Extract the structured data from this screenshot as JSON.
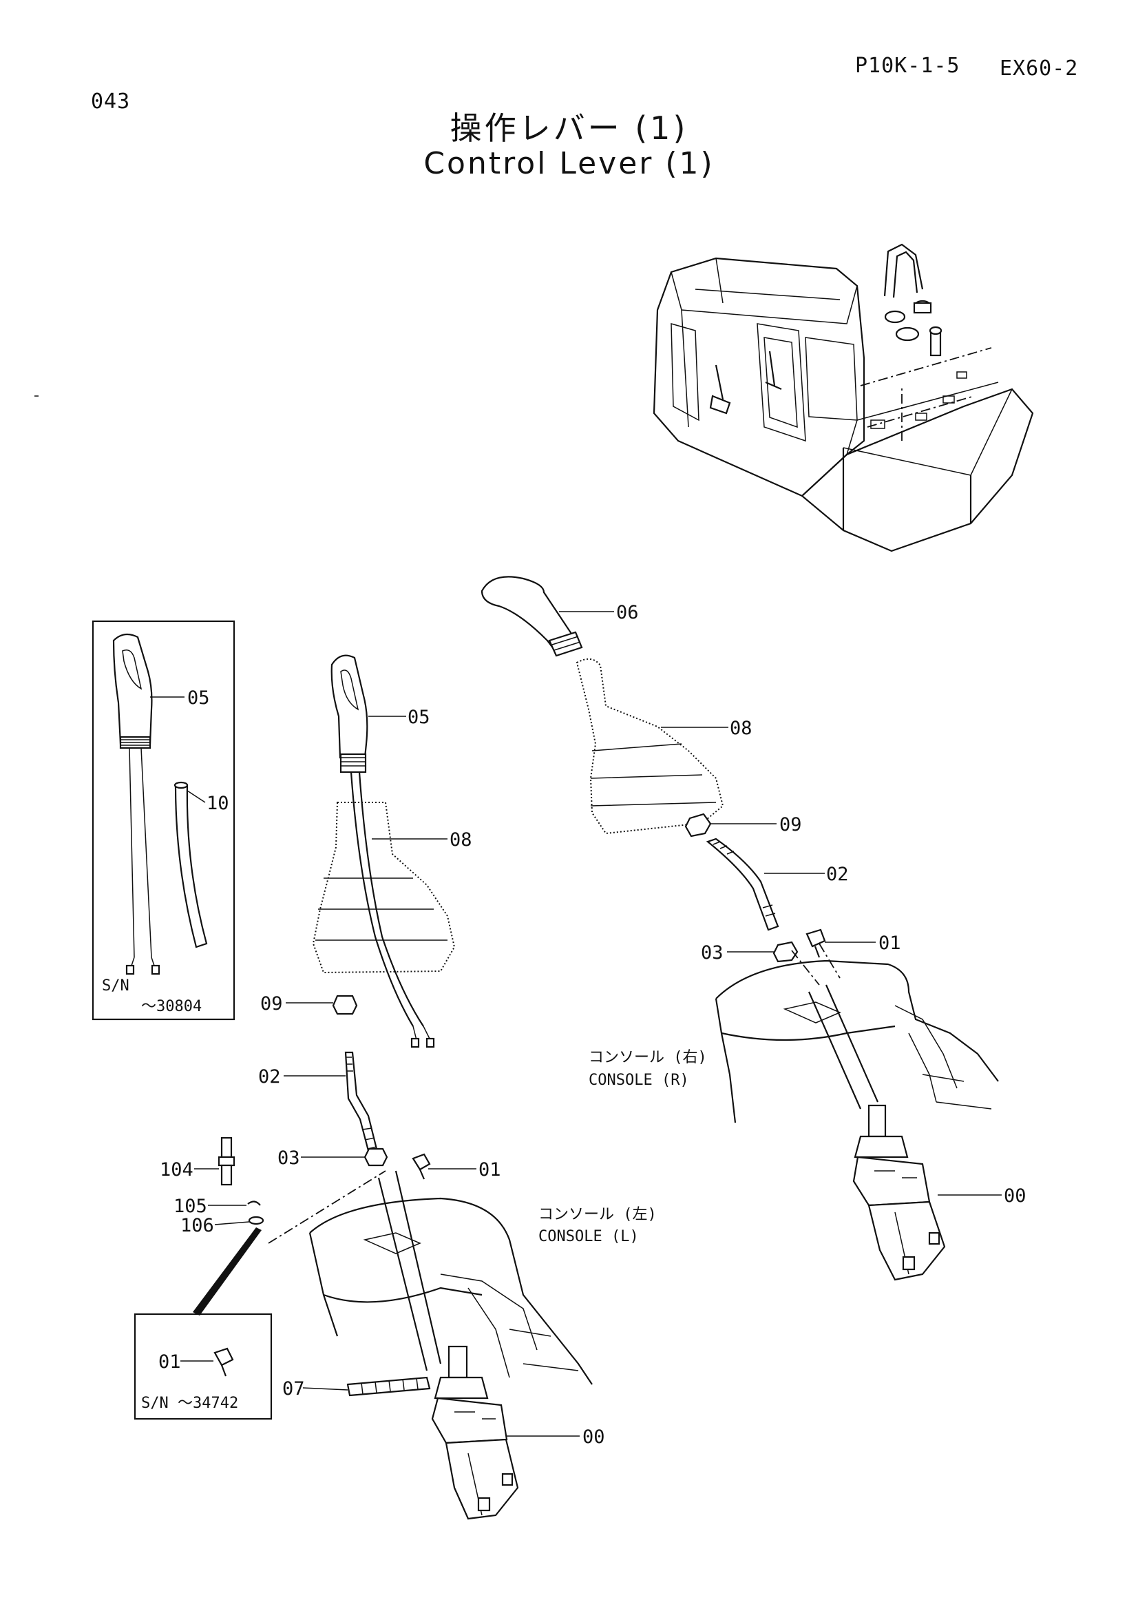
{
  "header": {
    "sheet_no": "043",
    "page_ref": "P10K-1-5",
    "model": "EX60-2"
  },
  "title": {
    "japanese": "操作レバー (1)",
    "english": "Control Lever (1)"
  },
  "inset_top_left": {
    "sn_label": "S/N",
    "sn_range": "～30804",
    "callouts": [
      "05",
      "10"
    ]
  },
  "inset_bottom_left": {
    "callout": "01",
    "sn_text": "S/N ～34742"
  },
  "left_lever": {
    "callouts": [
      "05",
      "08",
      "09",
      "02",
      "03",
      "01",
      "104",
      "105",
      "106",
      "07",
      "00"
    ],
    "console_label_jp": "コンソール (左)",
    "console_label_en": "CONSOLE (L)"
  },
  "right_lever": {
    "callouts": [
      "06",
      "08",
      "09",
      "02",
      "03",
      "01",
      "00"
    ],
    "console_label_jp": "コンソール (右)",
    "console_label_en": "CONSOLE (R)"
  }
}
